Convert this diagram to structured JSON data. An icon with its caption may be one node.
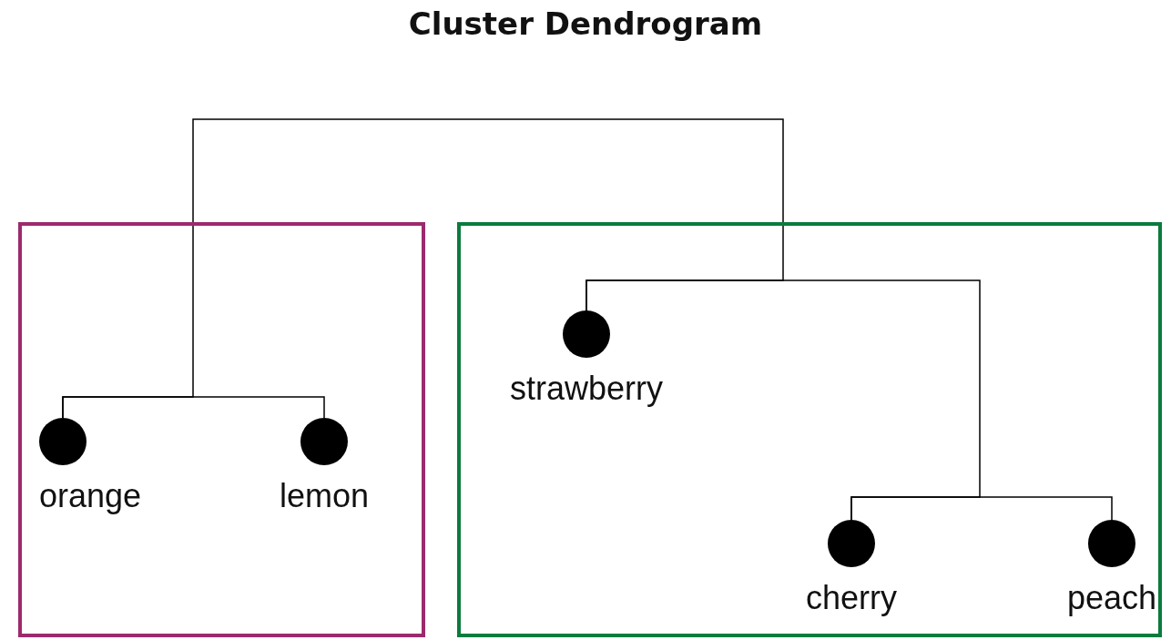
{
  "diagram": {
    "title": "Cluster Dendrogram",
    "nodes": [
      {
        "text": [],
        "shape": "box"
      },
      {
        "text": [],
        "shape": "box"
      },
      {
        "text": [
          "orange"
        ],
        "in": 0
      },
      {
        "text": [
          "lemon"
        ],
        "in": 0
      },
      {
        "text": [
          "strawberry"
        ],
        "in": 1
      },
      {
        "text": [
          "cherry"
        ],
        "in": 1
      },
      {
        "text": [
          "peach"
        ],
        "in": 1
      }
    ],
    "edges": [
      {
        "from": 2,
        "to": 3,
        "arrow": "none"
      },
      {
        "from": 5,
        "to": 6,
        "arrow": "none"
      },
      {
        "from": 4,
        "to": 5,
        "arrow": "none"
      },
      {
        "from": 2,
        "to": 4,
        "arrow": "none"
      }
    ]
  }
}
